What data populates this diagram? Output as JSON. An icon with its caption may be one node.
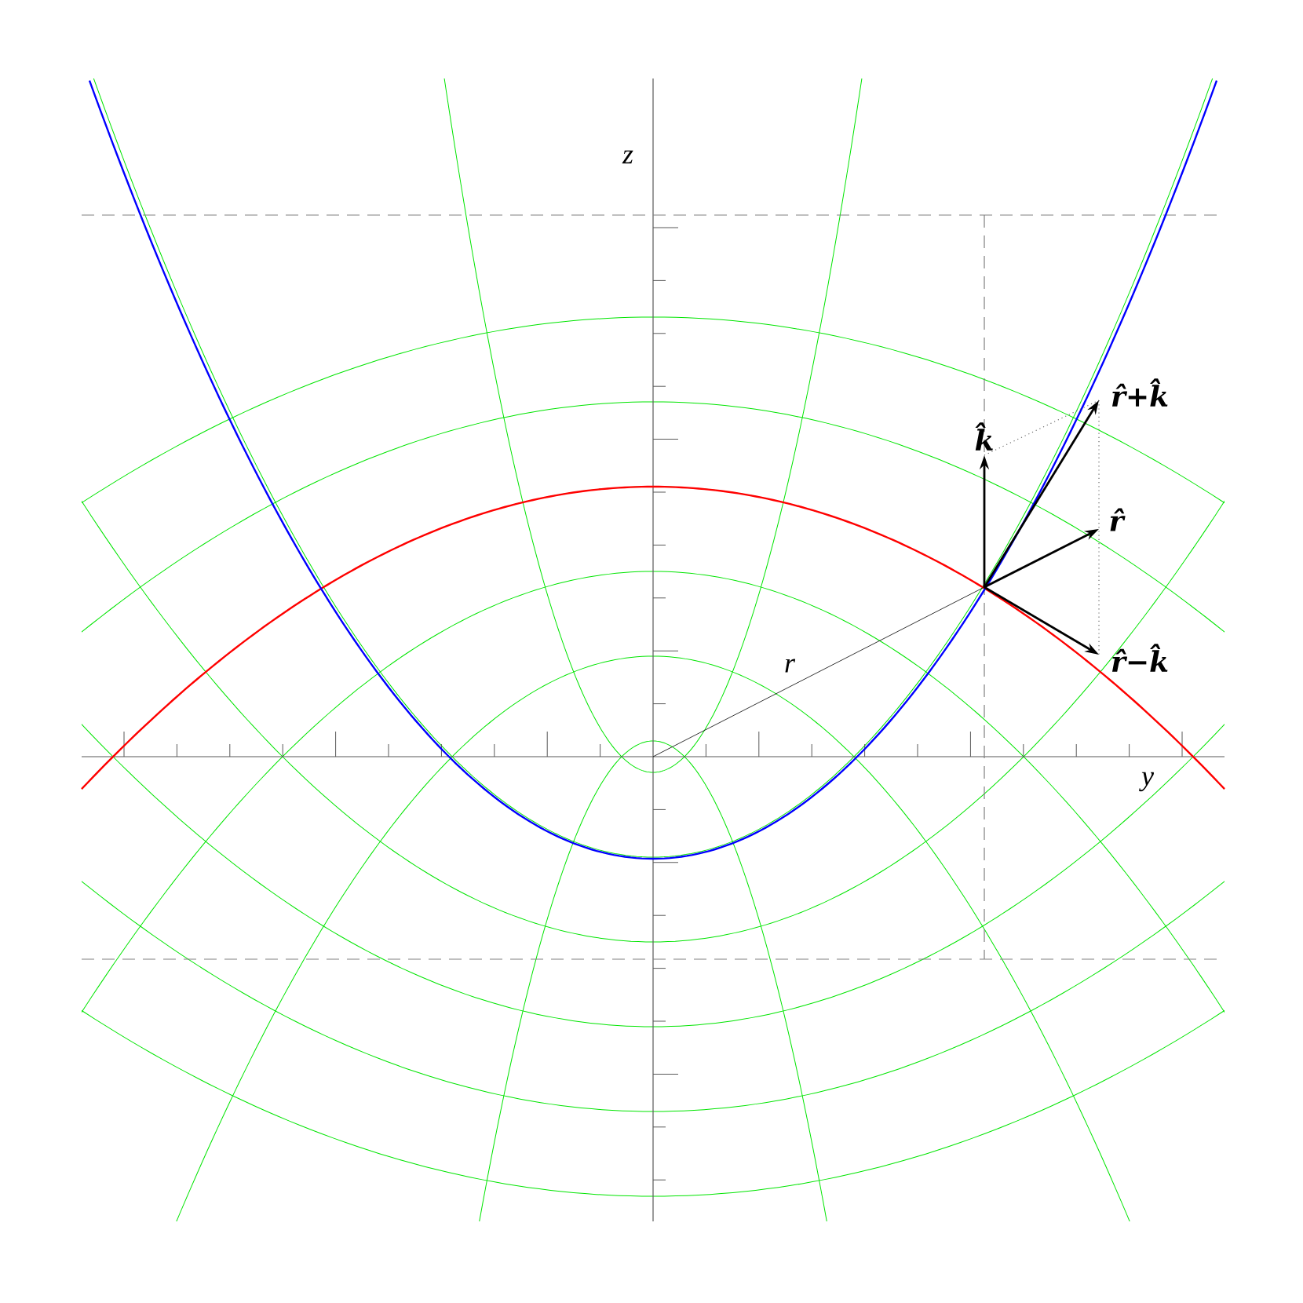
{
  "diagram": {
    "labels": [
      "z",
      "r̂+k̂",
      "k̂",
      "r̂",
      "r̂−k̂",
      "r",
      "y"
    ]
  }
}
